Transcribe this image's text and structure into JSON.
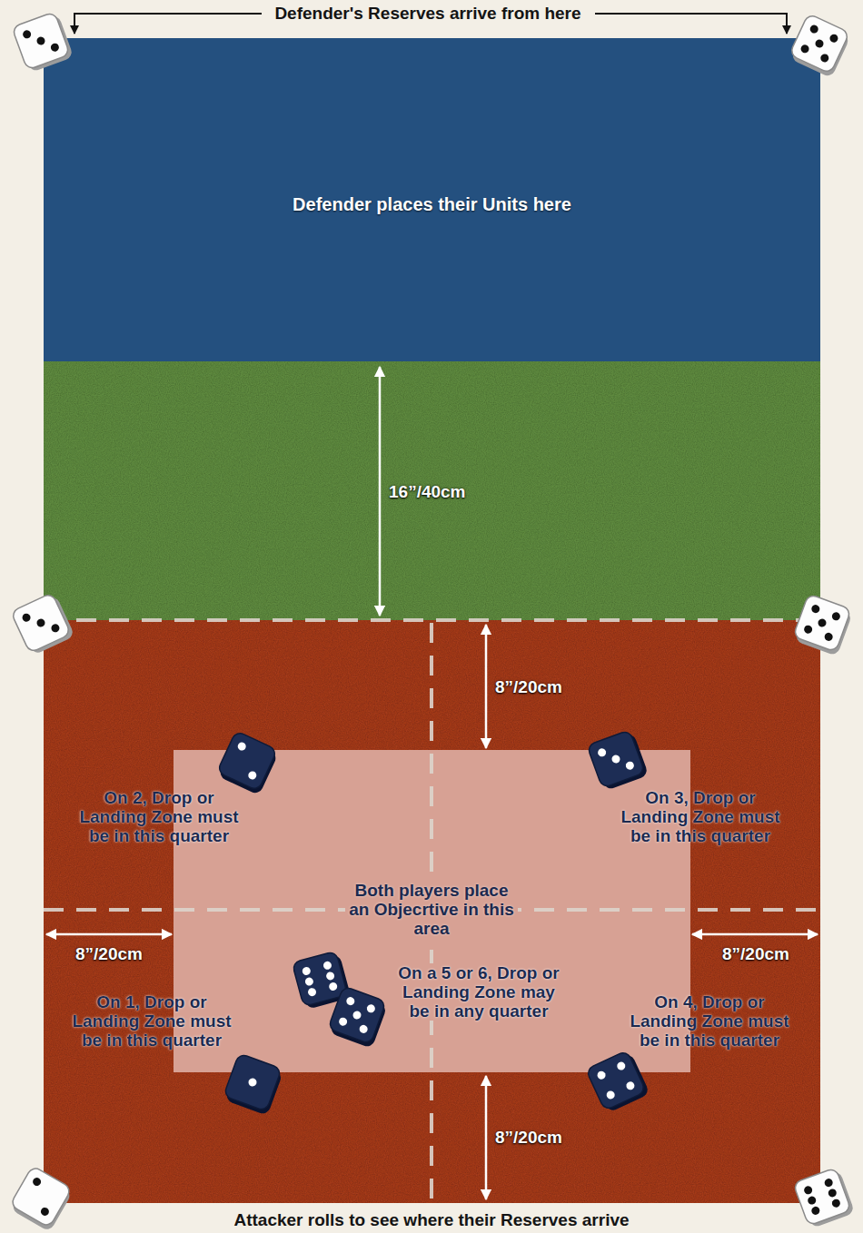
{
  "diagram": {
    "nodes": [
      {
        "text": [
          "Defender places their Units here"
        ]
      },
      {
        "text": [
          "Both players place an Objecrtive in this area"
        ]
      }
    ],
    "labels": [
      "Defender's Reserves arrive from here",
      "16”/40cm",
      "8”/20cm",
      "On 2, Drop or Landing Zone must be in this quarter",
      "On 3, Drop or Landing Zone must be in this quarter",
      "8”/20cm",
      "8”/20cm",
      "On a 5 or 6, Drop or Landing Zone may be in any quarter",
      "On 1, Drop or Landing Zone must be in this quarter",
      "On 4, Drop or Landing Zone must be in this quarter",
      "8”/20cm",
      "Attacker rolls to see where their Reserves arrive"
    ]
  }
}
